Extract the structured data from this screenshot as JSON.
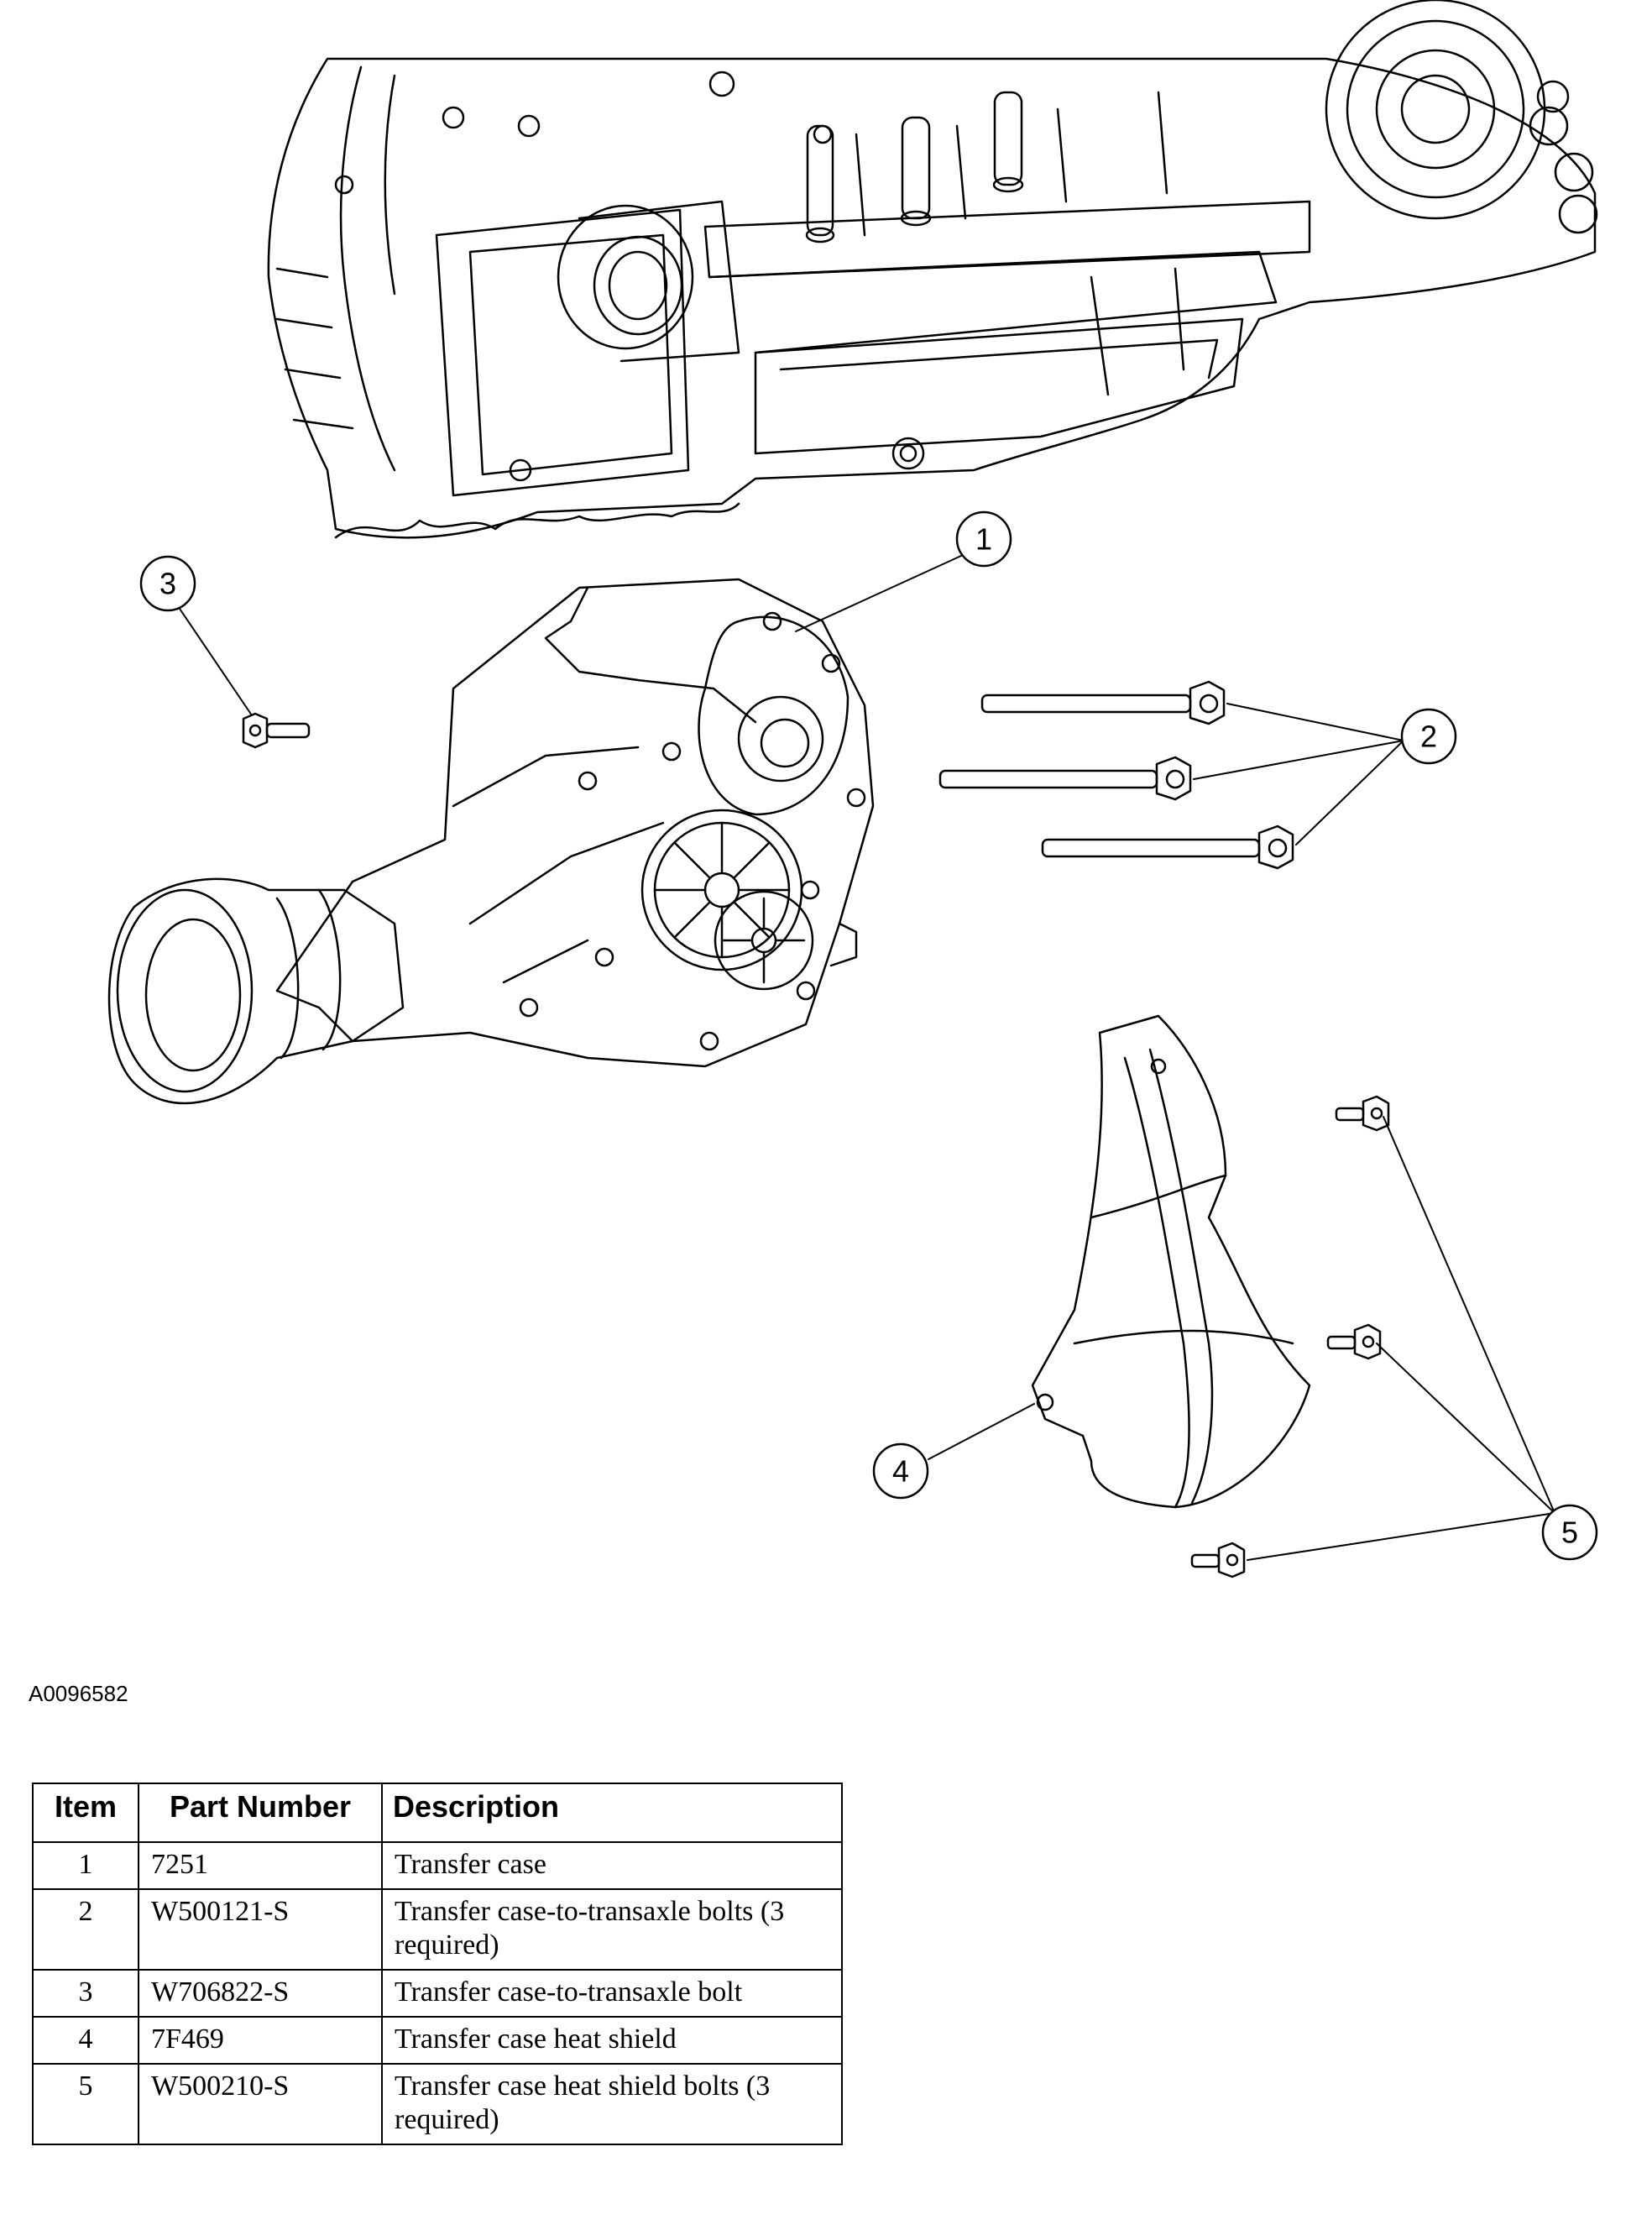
{
  "diagram": {
    "figure_id": "A0096582",
    "callouts": [
      {
        "number": "1"
      },
      {
        "number": "2"
      },
      {
        "number": "3"
      },
      {
        "number": "4"
      },
      {
        "number": "5"
      }
    ]
  },
  "parts_table": {
    "headers": {
      "item": "Item",
      "part_number": "Part Number",
      "description": "Description"
    },
    "rows": [
      {
        "item": "1",
        "part_number": "7251",
        "description": "Transfer case"
      },
      {
        "item": "2",
        "part_number": "W500121-S",
        "description": "Transfer case-to-transaxle bolts (3 required)"
      },
      {
        "item": "3",
        "part_number": "W706822-S",
        "description": "Transfer case-to-transaxle bolt"
      },
      {
        "item": "4",
        "part_number": "7F469",
        "description": "Transfer case heat shield"
      },
      {
        "item": "5",
        "part_number": "W500210-S",
        "description": "Transfer case heat shield bolts (3 required)"
      }
    ]
  }
}
